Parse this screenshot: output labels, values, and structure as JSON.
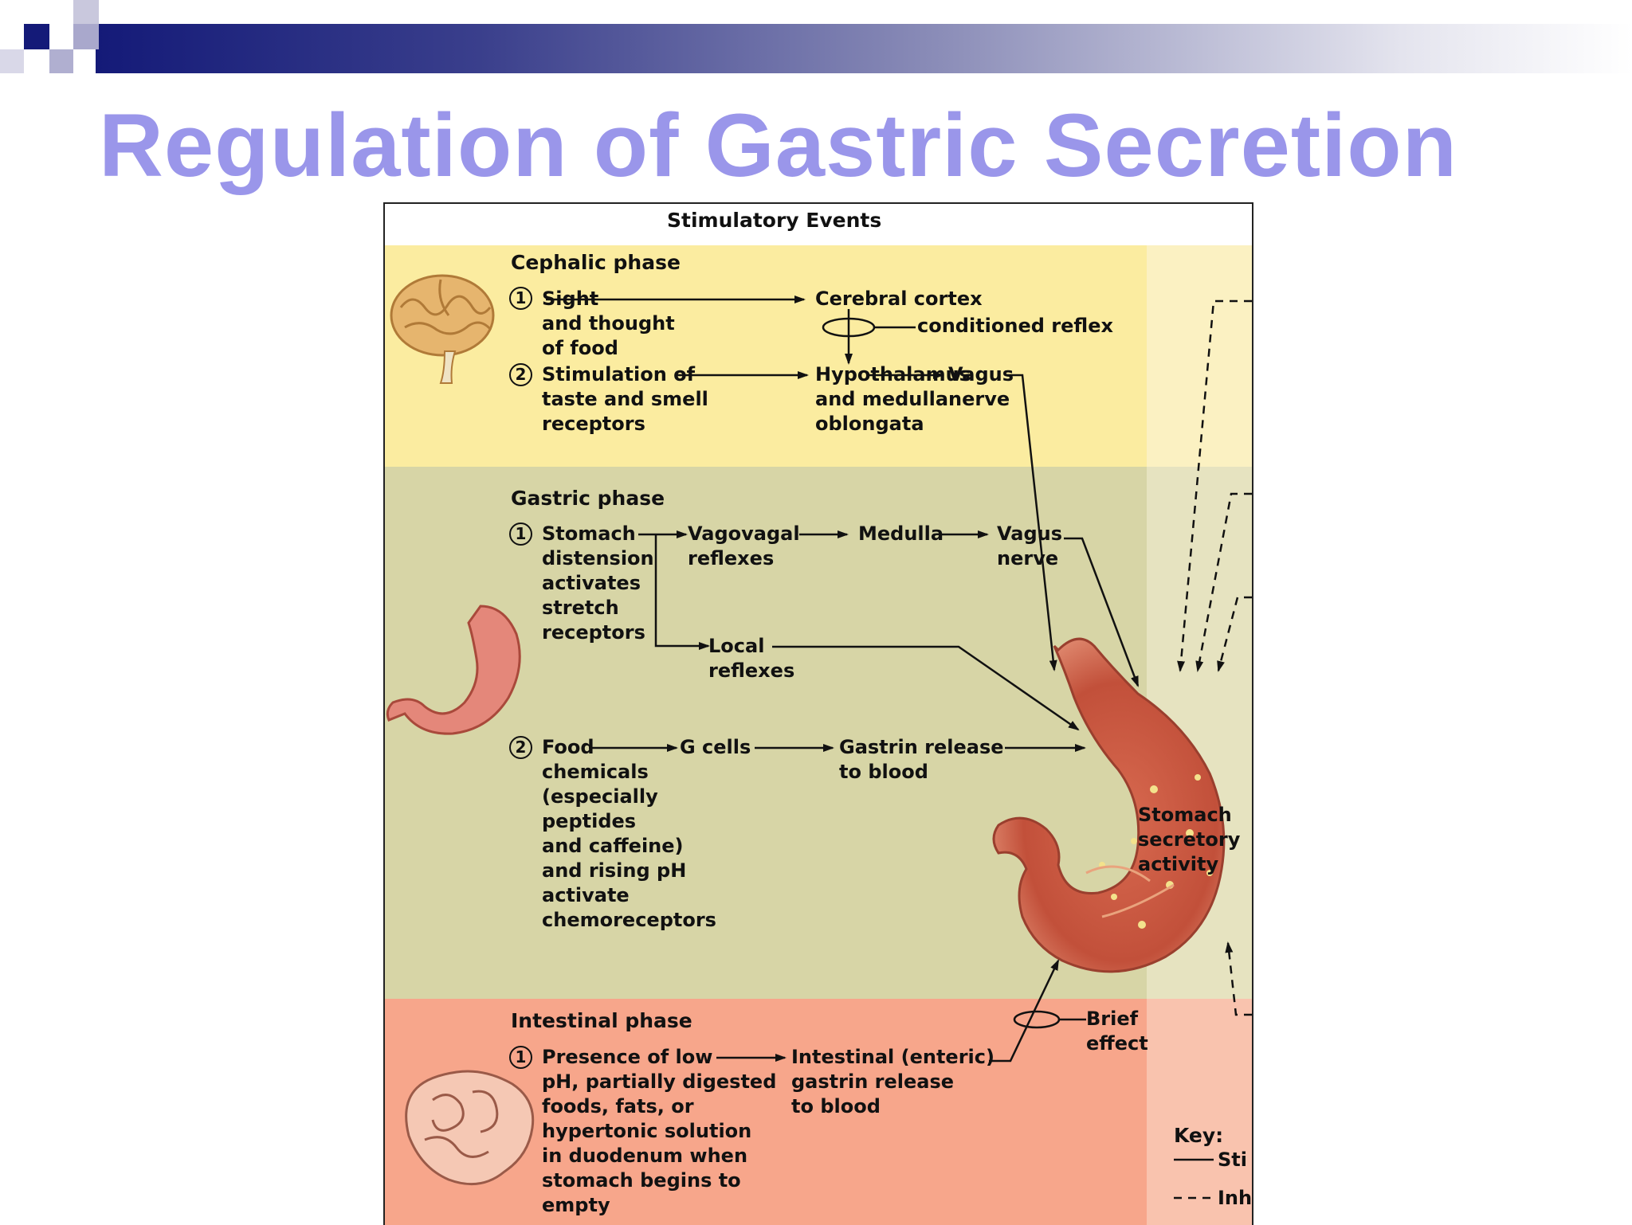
{
  "slide": {
    "title": "Regulation of Gastric Secretion"
  },
  "figure": {
    "header": "Stimulatory Events",
    "cephalic": {
      "title": "Cephalic phase",
      "step1_num": "1",
      "step1": "Sight\nand thought\nof food",
      "step2_num": "2",
      "step2": "Stimulation of\ntaste and smell\nreceptors",
      "cortex": "Cerebral cortex",
      "reflex": "conditioned reflex",
      "hypothalamus": "Hypothalamus\nand medulla\noblongata",
      "vagus": "Vagus\nnerve"
    },
    "gastric": {
      "title": "Gastric phase",
      "step1_num": "1",
      "step1": "Stomach\ndistension\nactivates\nstretch\nreceptors",
      "vagovagal": "Vagovagal\nreflexes",
      "medulla": "Medulla",
      "vagus": "Vagus\nnerve",
      "local": "Local\nreflexes",
      "step2_num": "2",
      "step2": "Food\nchemicals\n(especially\npeptides\nand caffeine)\nand rising pH\nactivate\nchemoreceptors",
      "gcells": "G cells",
      "gastrin": "Gastrin release\nto blood"
    },
    "stomach_label": "Stomach\nsecretory\nactivity",
    "intestinal": {
      "title": "Intestinal phase",
      "step1_num": "1",
      "step1": "Presence of low\npH, partially digested\nfoods, fats, or\nhypertonic solution\nin duodenum when\nstomach begins to\nempty",
      "enteric": "Intestinal (enteric)\ngastrin release\nto blood",
      "brief": "Brief\neffect"
    },
    "key": {
      "title": "Key:",
      "stim": "Sti",
      "inh": "Inh"
    }
  },
  "colors": {
    "title": "#9a96ea",
    "cephalic_band": "#fbeca0",
    "gastric_band": "#d7d5a6",
    "intestinal_band": "#f7a68b",
    "right_strip_top": "#fbf1c2",
    "right_strip_bottom": "#f9c3ae"
  }
}
